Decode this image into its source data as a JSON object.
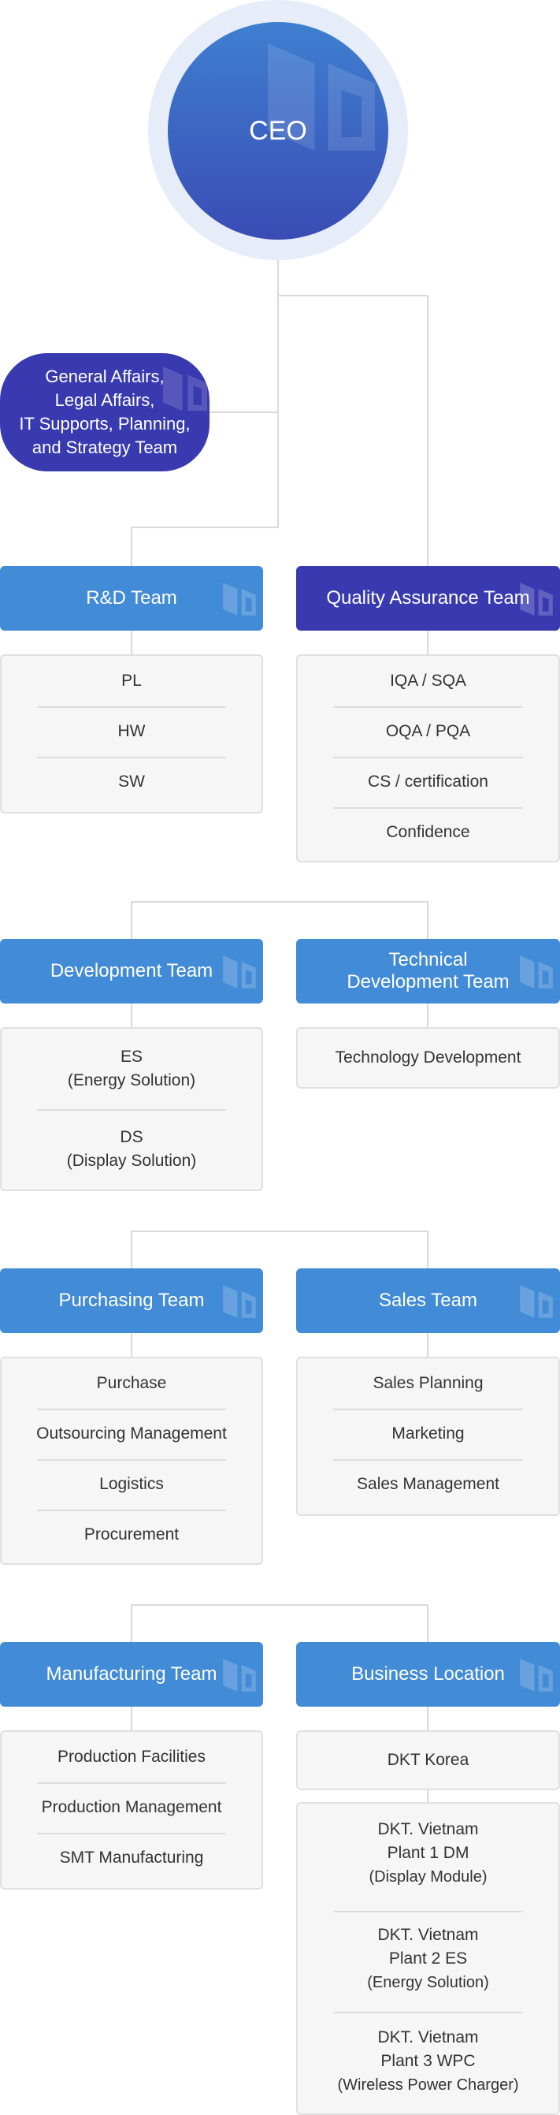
{
  "ceo": {
    "label": "CEO"
  },
  "general_affairs": {
    "lines": [
      "General Affairs,",
      "Legal Affairs,",
      "IT Supports, Planning,",
      "and Strategy Team"
    ]
  },
  "teams": {
    "rd": {
      "name": "R&D Team",
      "items": [
        "PL",
        "HW",
        "SW"
      ]
    },
    "qa": {
      "name": "Quality Assurance Team",
      "items": [
        "IQA / SQA",
        "OQA / PQA",
        "CS / certification",
        "Confidence"
      ]
    },
    "development": {
      "name": "Development Team",
      "items": [
        {
          "line1": "ES",
          "line2": "(Energy Solution)"
        },
        {
          "line1": "DS",
          "line2": "(Display Solution)"
        }
      ]
    },
    "technical": {
      "name_line1": "Technical",
      "name_line2": "Development Team",
      "items": [
        "Technology Development"
      ]
    },
    "purchasing": {
      "name": "Purchasing Team",
      "items": [
        "Purchase",
        "Outsourcing Management",
        "Logistics",
        "Procurement"
      ]
    },
    "sales": {
      "name": "Sales Team",
      "items": [
        "Sales Planning",
        "Marketing",
        "Sales Management"
      ]
    },
    "manufacturing": {
      "name": "Manufacturing Team",
      "items": [
        "Production Facilities",
        "Production Management",
        "SMT Manufacturing"
      ]
    },
    "business_location": {
      "name": "Business Location",
      "korea": "DKT Korea",
      "plants": [
        {
          "line1": "DKT. Vietnam",
          "line2": "Plant 1 DM",
          "line3": "(Display Module)"
        },
        {
          "line1": "DKT. Vietnam",
          "line2": "Plant 2 ES",
          "line3": "(Energy Solution)"
        },
        {
          "line1": "DKT. Vietnam",
          "line2": "Plant 3 WPC",
          "line3": "(Wireless Power Charger)"
        }
      ]
    }
  },
  "colors": {
    "team_blue": "#428bd6",
    "team_navy": "#3a3ab0",
    "ceo_gradient_top": "#3f7fd0",
    "ceo_gradient_bottom": "#3a4cb5",
    "box_bg": "#f6f6f6",
    "connector": "#d9d9d9"
  },
  "icons": {
    "watermark": "brand-logo-watermark"
  }
}
